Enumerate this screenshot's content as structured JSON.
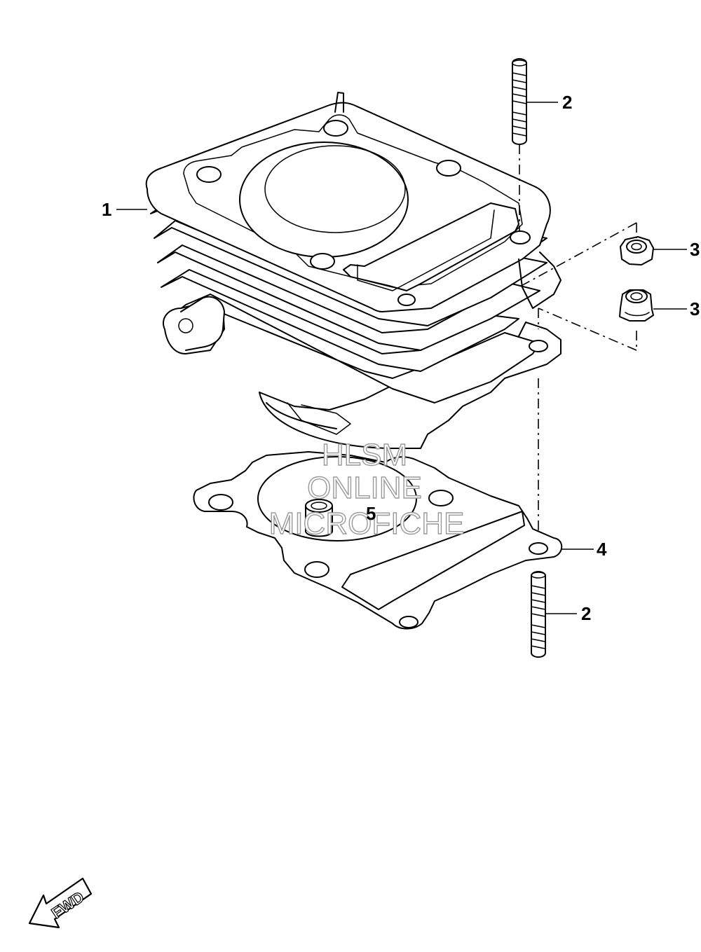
{
  "callouts": {
    "cylinder": "1",
    "stud_upper": "2",
    "nut_upper": "3",
    "nut_lower": "3",
    "gasket": "4",
    "pin": "5",
    "stud_lower": "2"
  },
  "watermark": {
    "line1": "HLSM",
    "line2": "ONLINE",
    "line3": "MICROFICHE"
  },
  "direction_badge": "FWD"
}
